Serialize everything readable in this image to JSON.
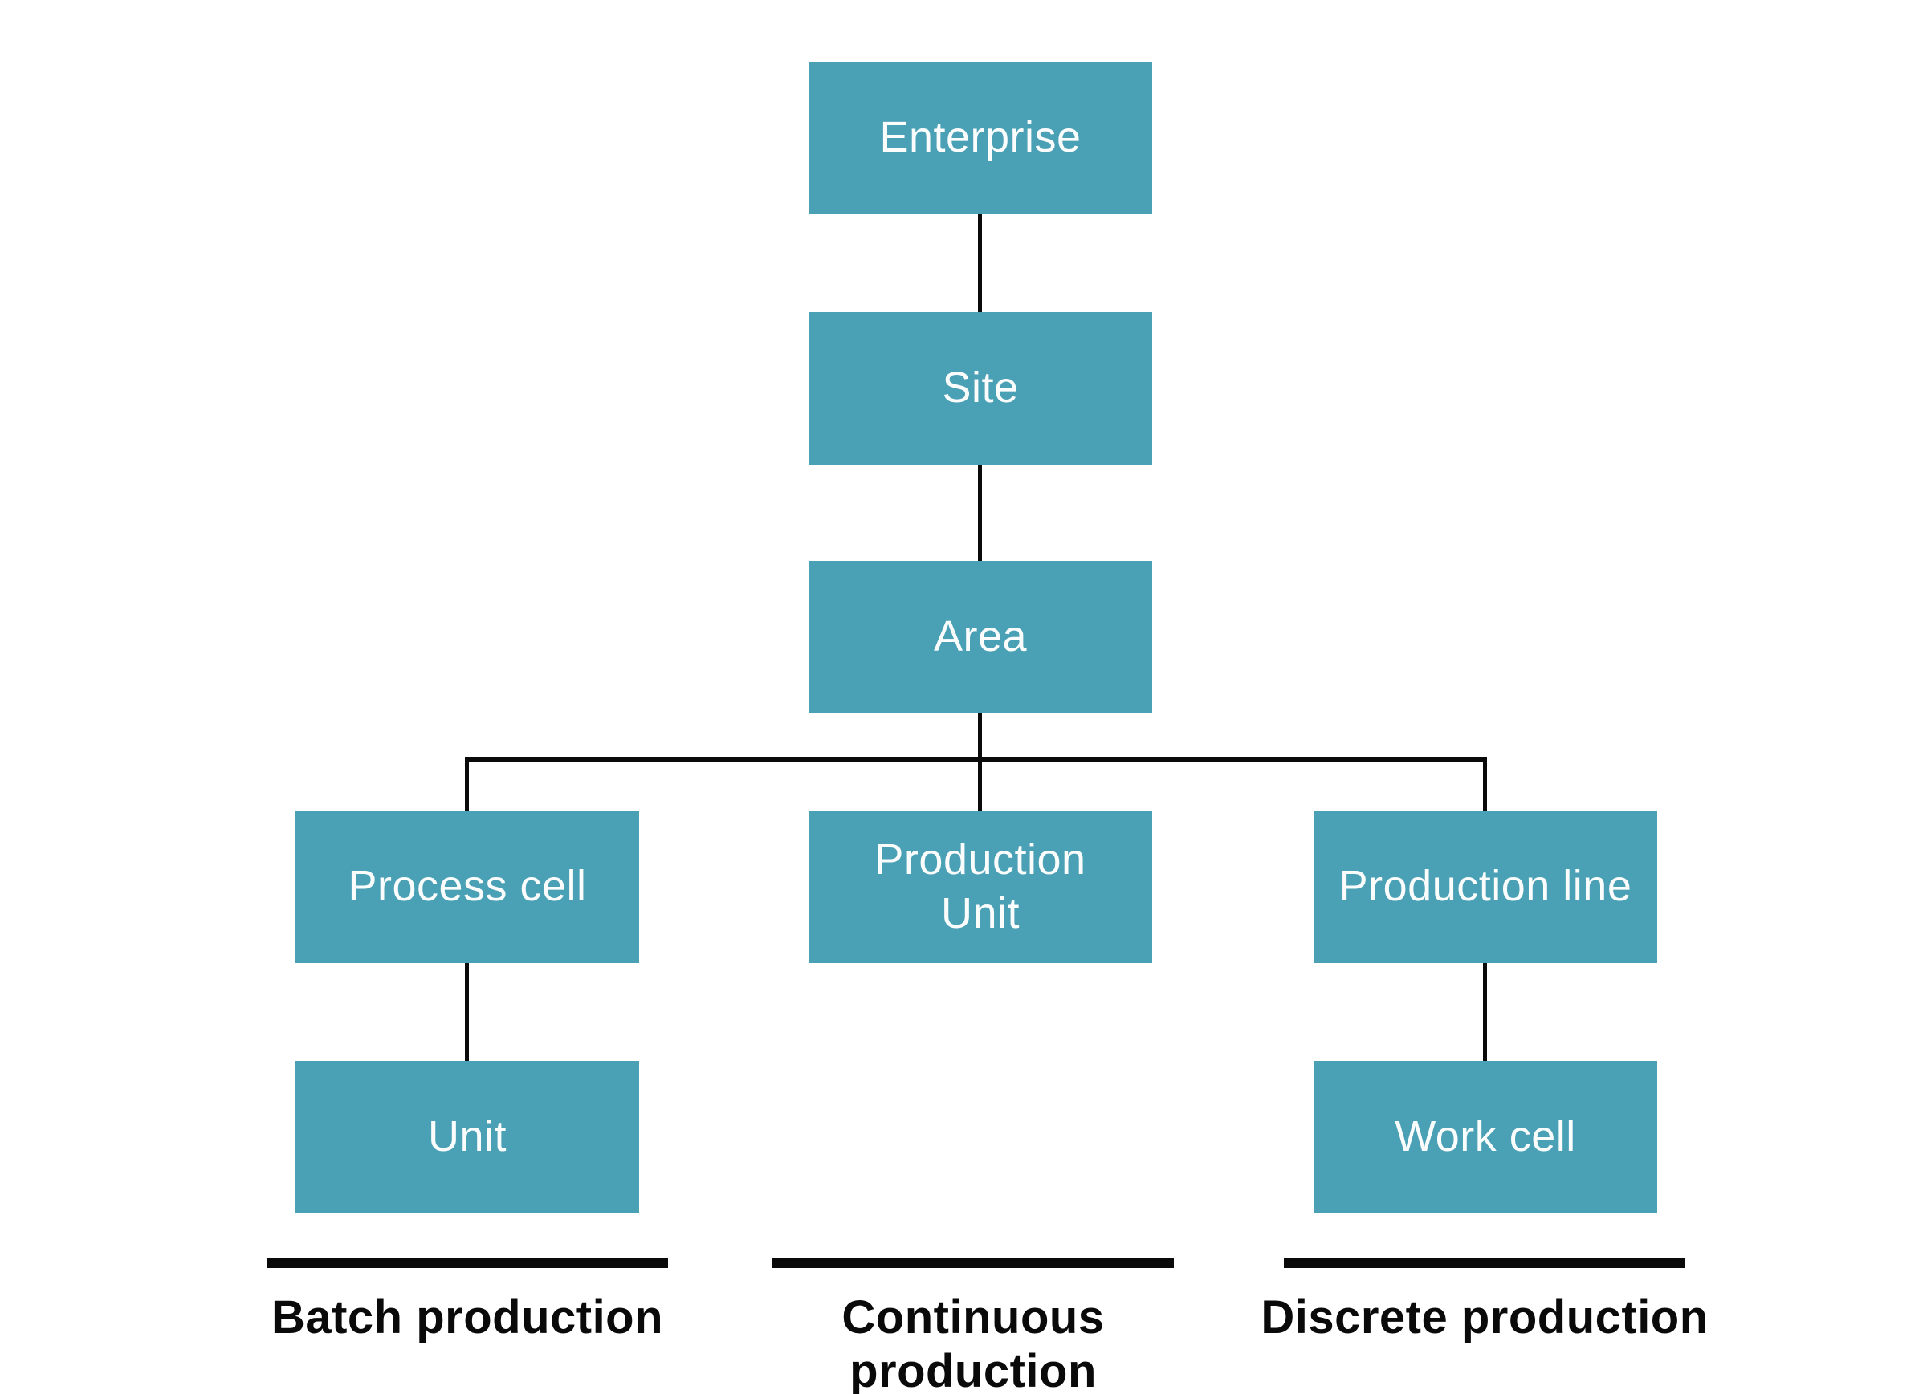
{
  "colors": {
    "node_fill": "#4aa0b5",
    "node_text": "#fbfdfd",
    "connector": "#0a0a0a",
    "category_text": "#0a0a0a",
    "background": "#ffffff"
  },
  "hierarchy": {
    "enterprise": "Enterprise",
    "site": "Site",
    "area": "Area",
    "process_cell": "Process cell",
    "production_unit": "Production\nUnit",
    "production_line": "Production line",
    "unit": "Unit",
    "work_cell": "Work cell"
  },
  "production_types": {
    "batch": "Batch production",
    "continuous": "Continuous production",
    "discrete": "Discrete production"
  }
}
